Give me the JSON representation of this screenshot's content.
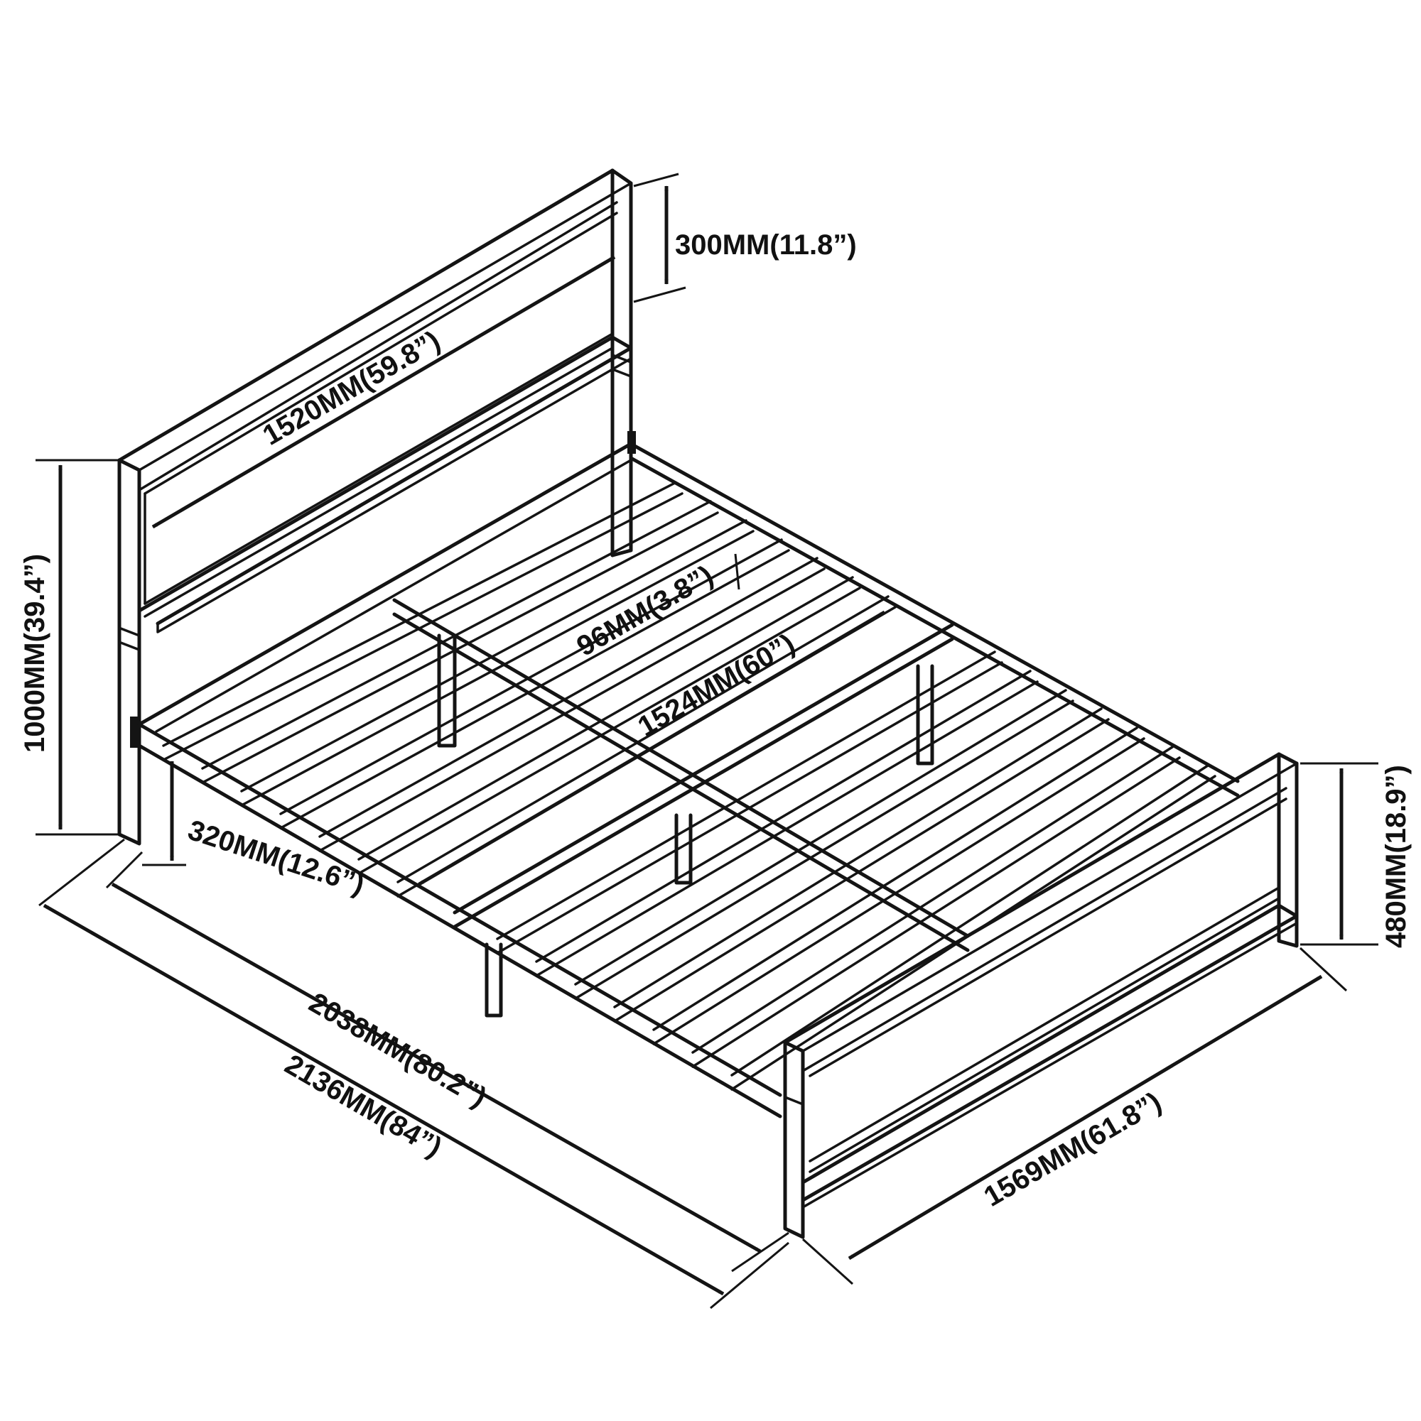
{
  "dimensions": {
    "headboard_panel_width": "1520MM(59.8”)",
    "headboard_panel_height": "300MM(11.8”)",
    "headboard_height": "1000MM(39.4”)",
    "slat_gap": "96MM(3.8”)",
    "inner_width": "1524MM(60”)",
    "under_bed_clearance": "320MM(12.6”)",
    "inner_length": "2038MM(80.2”)",
    "overall_length": "2136MM(84”)",
    "overall_width": "1569MM(61.8”)",
    "footboard_height": "480MM(18.9”)"
  }
}
